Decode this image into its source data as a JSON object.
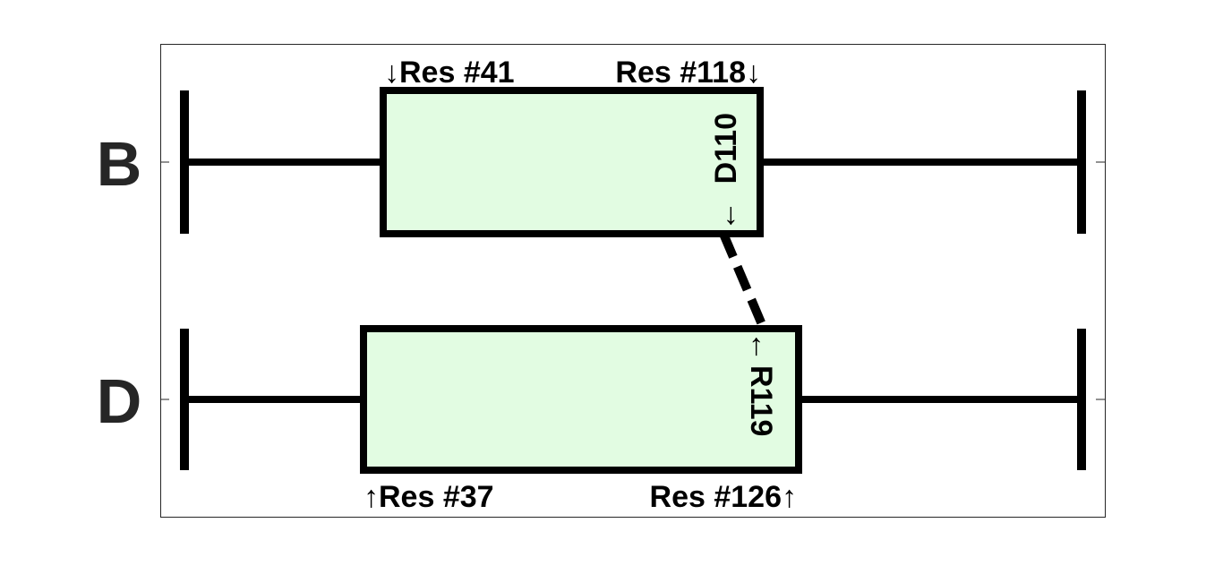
{
  "colors": {
    "box_fill": "#e2fce2",
    "stroke": "#000000",
    "frame": "#262626",
    "chain_text": "#262626"
  },
  "chains": [
    {
      "id": "B",
      "label": "B",
      "start_label": "↓Res #41",
      "end_label": "Res #118↓",
      "site_label": "D110",
      "site_arrow": "←"
    },
    {
      "id": "D",
      "label": "D",
      "start_label": "↑Res #37",
      "end_label": "Res #126↑",
      "site_label": "R119",
      "site_arrow": "←"
    }
  ]
}
